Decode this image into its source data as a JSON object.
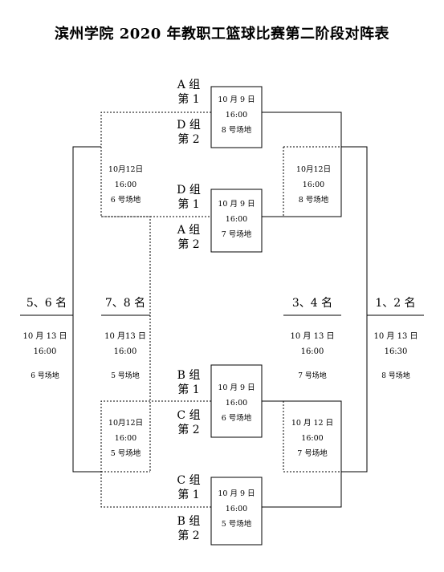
{
  "title": "滨州学院 2020 年教职工篮球比赛第二阶段对阵表",
  "round1": [
    {
      "team_a_group": "A 组",
      "team_a_rank": "第 1",
      "team_b_group": "D 组",
      "team_b_rank": "第 2",
      "date": "10 月 9 日",
      "time": "16:00",
      "venue": "8 号场地"
    },
    {
      "team_a_group": "D 组",
      "team_a_rank": "第 1",
      "team_b_group": "A 组",
      "team_b_rank": "第 2",
      "date": "10 月 9 日",
      "time": "16:00",
      "venue": "7 号场地"
    },
    {
      "team_a_group": "B 组",
      "team_a_rank": "第 1",
      "team_b_group": "C 组",
      "team_b_rank": "第 2",
      "date": "10 月 9 日",
      "time": "16:00",
      "venue": "6 号场地"
    },
    {
      "team_a_group": "C 组",
      "team_a_rank": "第 1",
      "team_b_group": "B 组",
      "team_b_rank": "第 2",
      "date": "10 月 9 日",
      "time": "16:00",
      "venue": "5 号场地"
    }
  ],
  "semis": {
    "left_top": {
      "date": "10月12日",
      "time": "16:00",
      "venue": "6 号场地"
    },
    "right_top": {
      "date": "10月12日",
      "time": "16:00",
      "venue": "8 号场地"
    },
    "left_bottom": {
      "date": "10月12日",
      "time": "16:00",
      "venue": "5 号场地"
    },
    "right_bottom": {
      "date": "10 月 12 日",
      "time": "16:00",
      "venue": "7 号场地"
    }
  },
  "finals": [
    {
      "rank_label": "5、6 名",
      "date": "10 月 13 日",
      "time": "16:00",
      "venue": "6 号场地"
    },
    {
      "rank_label": "7、8 名",
      "date": "10 月13 日",
      "time": "16:00",
      "venue": "5 号场地"
    },
    {
      "rank_label": "3、4 名",
      "date": "10 月 13 日",
      "time": "16:00",
      "venue": "7 号场地"
    },
    {
      "rank_label": "1、2 名",
      "date": "10 月 13 日",
      "time": "16:30",
      "venue": "8 号场地"
    }
  ]
}
